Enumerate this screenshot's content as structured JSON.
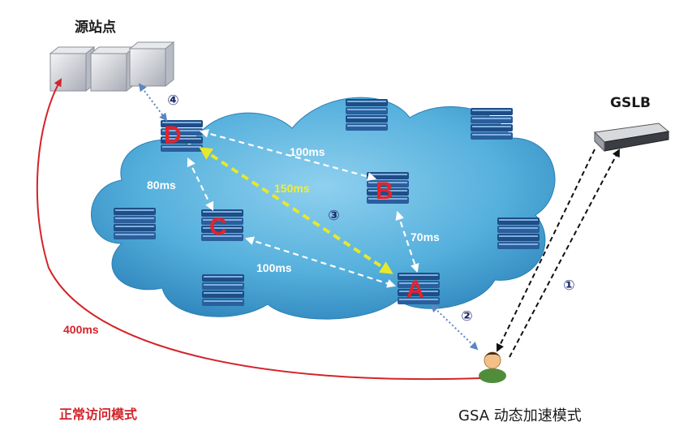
{
  "origin": {
    "label": "源站点"
  },
  "gslb": {
    "label": "GSLB"
  },
  "nodes": {
    "A": "A",
    "B": "B",
    "C": "C",
    "D": "D"
  },
  "latencies": {
    "d_b": "100ms",
    "d_c": "80ms",
    "d_a": "150ms",
    "b_a": "70ms",
    "c_a": "100ms",
    "normal": "400ms"
  },
  "steps": {
    "s1": "①",
    "s2": "②",
    "s3": "③",
    "s4": "④"
  },
  "modes": {
    "normal": "正常访问模式",
    "gsa": "GSA 动态加速模式"
  },
  "colors": {
    "cloud": "#4aa8d6",
    "normal_path": "#d3242a",
    "fast_path": "#e8e82a",
    "step_arrow": "#6a92c8",
    "node_label": "#e8222a"
  }
}
